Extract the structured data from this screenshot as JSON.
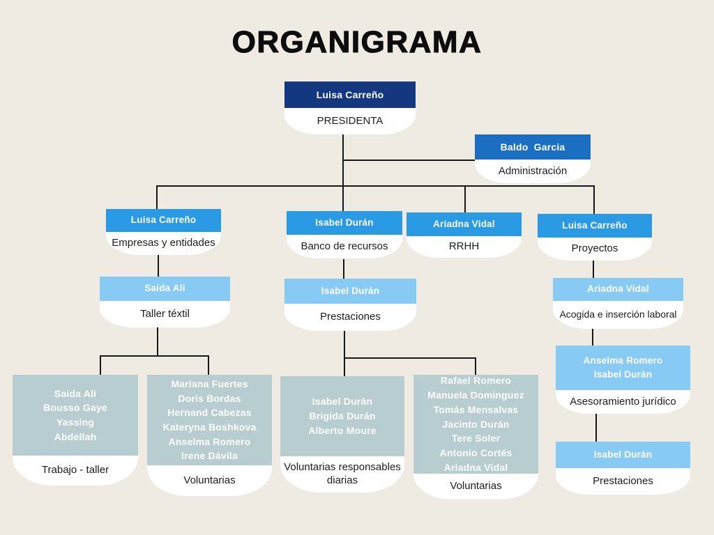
{
  "title": "ORGANIGRAMA",
  "colors": {
    "background": "#f0ebe2",
    "navy": "#13387f",
    "dark_blue": "#1b6fc3",
    "bright_blue": "#2a9ae4",
    "sky_blue": "#87caf3",
    "gray_blue": "#b8cdd0",
    "line": "#161616",
    "body_bg": "#ffffff"
  },
  "nodes": [
    {
      "id": "presidenta",
      "name": "Luisa Carreño",
      "role": "PRESIDENTA"
    },
    {
      "id": "administracion",
      "name": "Baldo  Garcia",
      "role": "Administración"
    },
    {
      "id": "empresas",
      "name": "Luisa Carreño",
      "role": "Empresas y entidades"
    },
    {
      "id": "banco",
      "name": "Isabel Durán",
      "role": "Banco de recursos"
    },
    {
      "id": "rrhh",
      "name": "Ariadna Vidal",
      "role": "RRHH"
    },
    {
      "id": "proyectos",
      "name": "Luisa Carreño",
      "role": "Proyectos"
    },
    {
      "id": "taller",
      "name": "Saida Ali",
      "role": "Taller téxtil"
    },
    {
      "id": "prestaciones-centro",
      "name": "Isabel Durán",
      "role": "Prestaciones"
    },
    {
      "id": "acogida",
      "name": "Ariadna Vidal",
      "role": "Acogida e inserción laboral"
    },
    {
      "id": "asesoramiento",
      "name": "Anselma Romero\nIsabel Durán",
      "role": "Asesoramiento jurídico"
    },
    {
      "id": "prestaciones-derecha",
      "name": "Isabel Durán",
      "role": "Prestaciones"
    },
    {
      "id": "trabajo-taller",
      "name": "Saida Ali\nBousso Gaye\nYassing\nAbdellah",
      "role": "Trabajo - taller"
    },
    {
      "id": "voluntarias-taller",
      "name": "Mariana Fuertes\nDoris Bordas\nHernand Cabezas\nKateryna Boshkova\nAnselma Romero\nIrene Dávila",
      "role": "Voluntarias"
    },
    {
      "id": "voluntarias-responsables",
      "name": "Isabel Durán\nBrigida Durán\nAlberto Moure",
      "role": "Voluntarias responsables diarias"
    },
    {
      "id": "voluntarias-prestaciones",
      "name": "Rafael Romero\nManuela Dominguez\nTomás Mensalvas\nJacinto Durán\nTere Soler\nAntonio Cortés\nAriadna Vidal",
      "role": "Voluntarias"
    }
  ]
}
